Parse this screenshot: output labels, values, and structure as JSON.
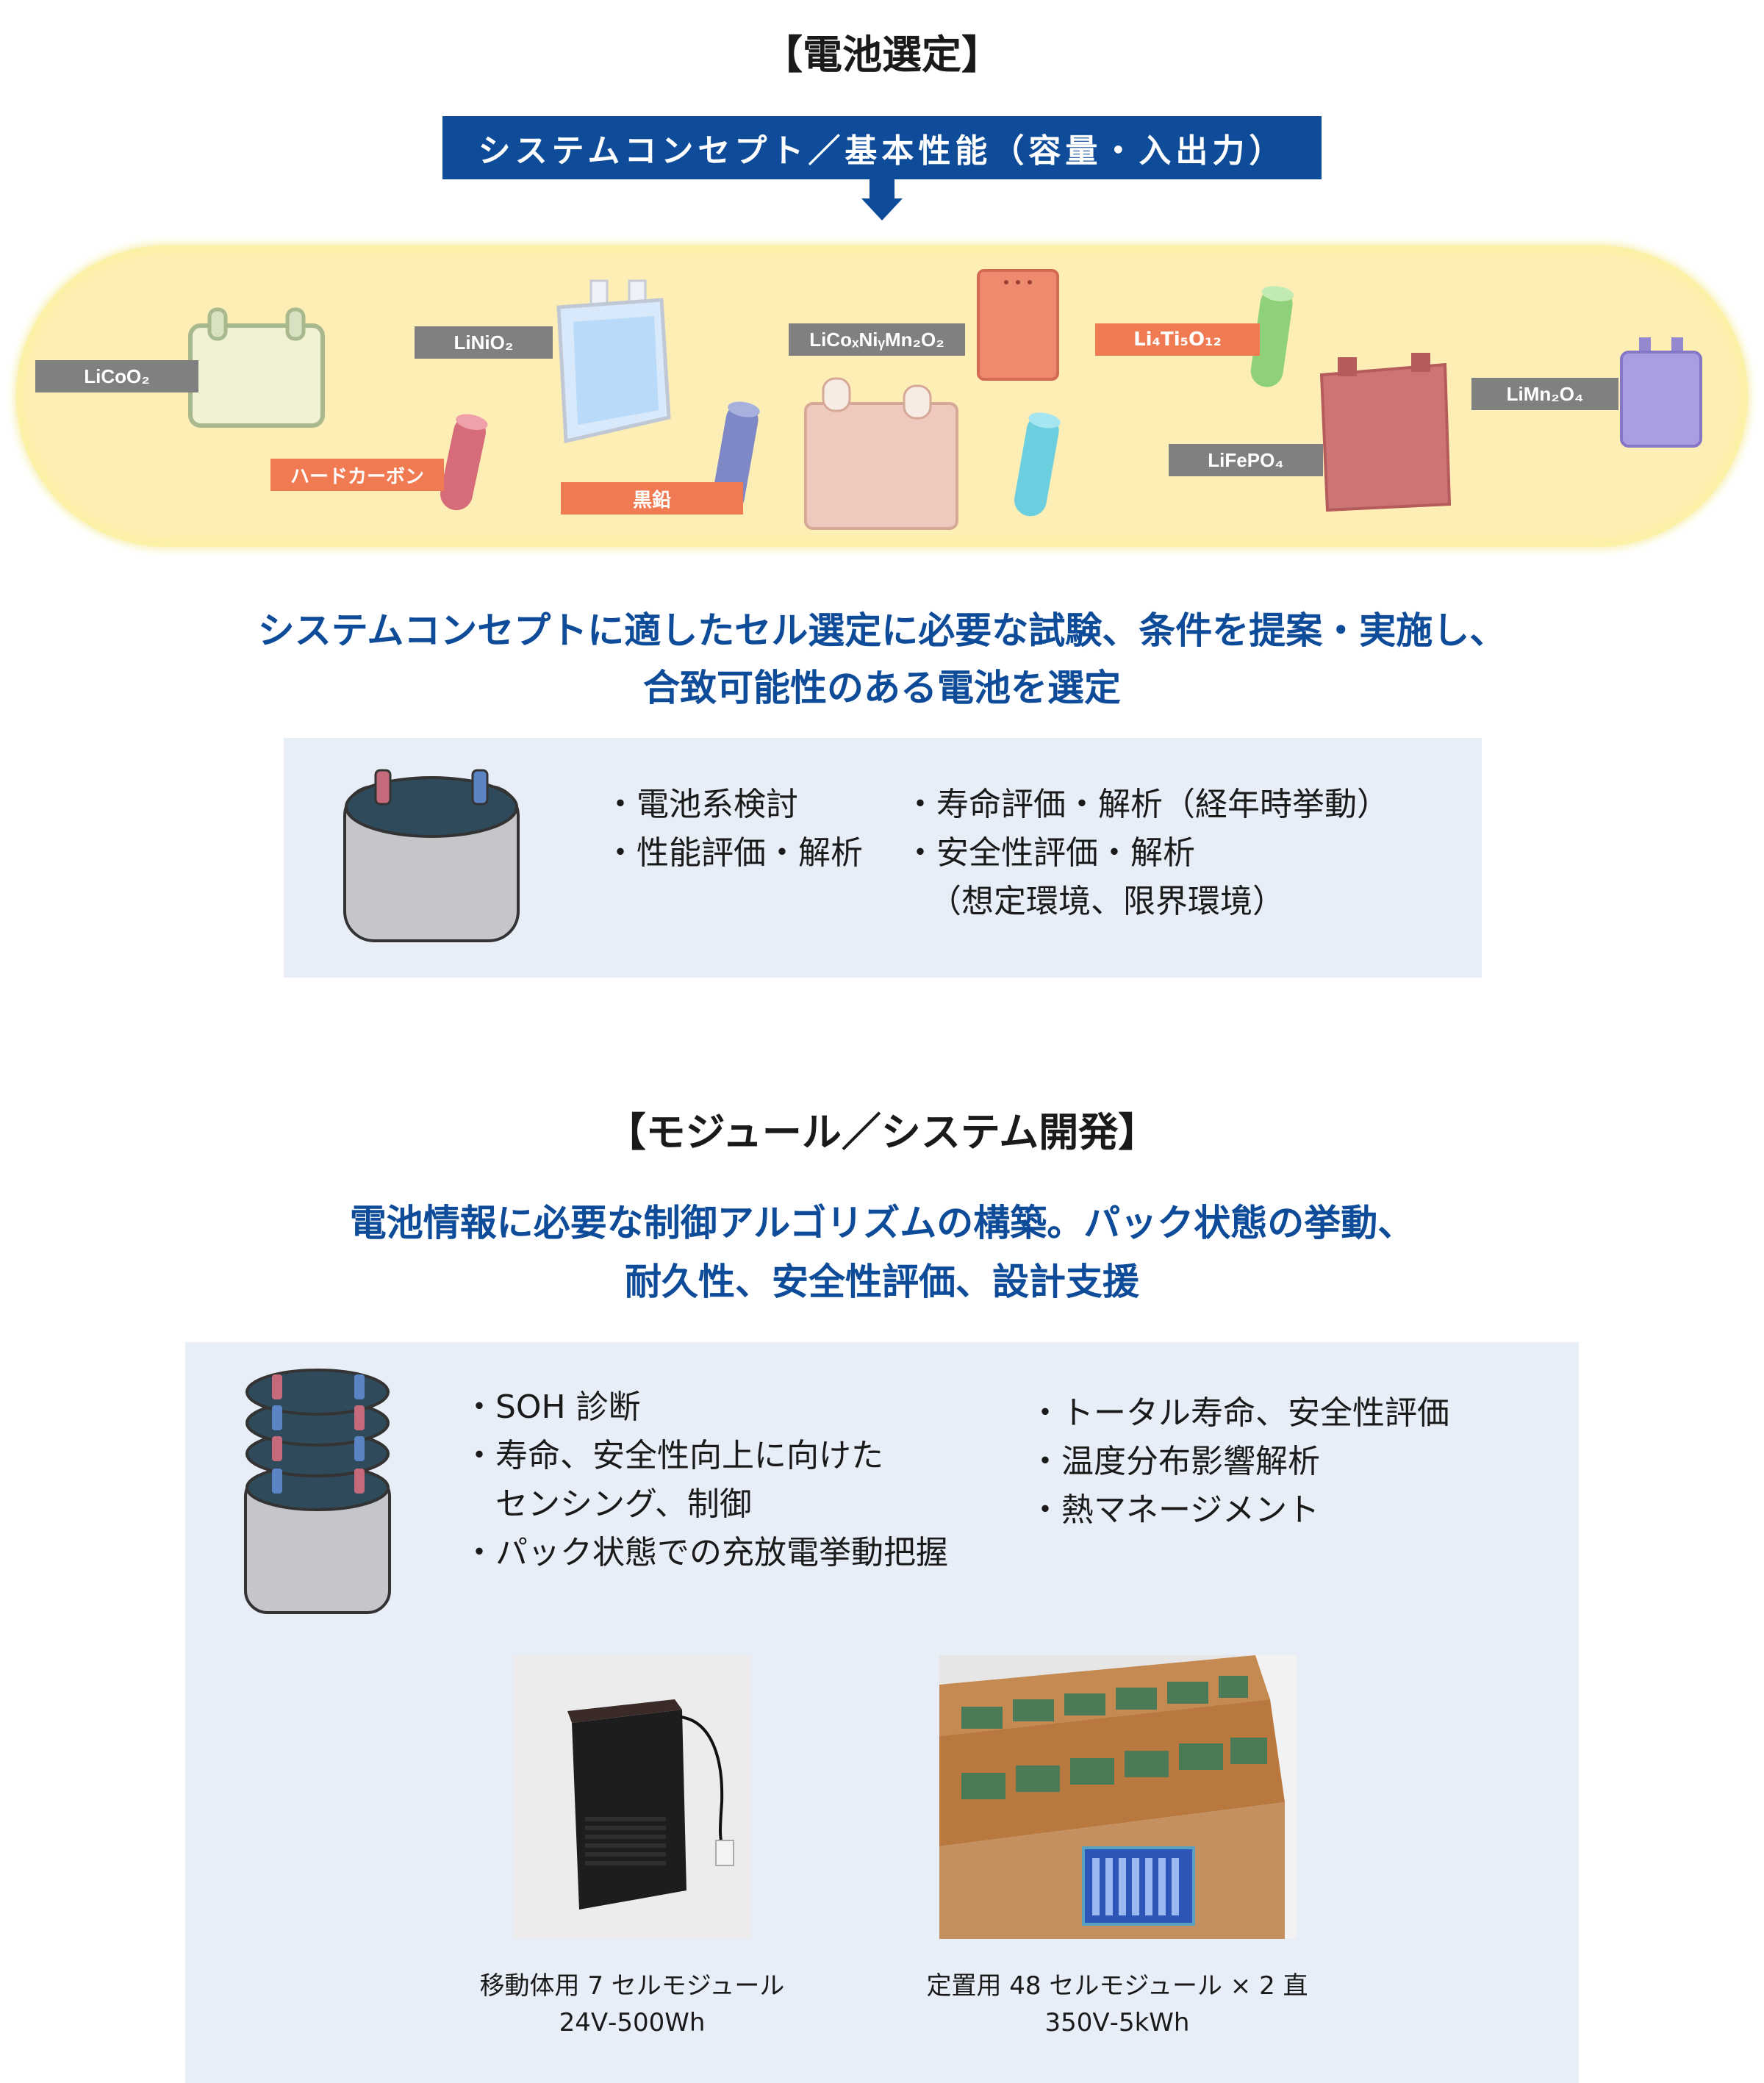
{
  "section1": {
    "title": "【電池選定】",
    "banner": "システムコンセプト／基本性能（容量・入出力）",
    "materials": {
      "licoo2": "LiCoO₂",
      "linio2": "LiNiO₂",
      "ncm": "LiCoₓNiᵧMn₂O₂",
      "lto": "Li₄Ti₅O₁₂",
      "lmo": "LiMn₂O₄",
      "lfp": "LiFePO₄",
      "hard_carbon": "ハードカーボン",
      "graphite": "黒鉛"
    },
    "lead_line1": "システムコンセプトに適したセル選定に必要な試験、条件を提案・実施し、",
    "lead_line2": "合致可能性のある電池を選定",
    "bullets_left": [
      "・電池系検討",
      "・性能評価・解析"
    ],
    "bullets_right": [
      "・寿命評価・解析（経年時挙動）",
      "・安全性評価・解析",
      "（想定環境、限界環境）"
    ]
  },
  "section2": {
    "title": "【モジュール／システム開発】",
    "lead_line1": "電池情報に必要な制御アルゴリズムの構築。パック状態の挙動、",
    "lead_line2": "耐久性、安全性評価、設計支援",
    "bullets_left": [
      "・SOH 診断",
      "・寿命、安全性向上に向けた",
      "　センシング、制御",
      "・パック状態での充放電挙動把握"
    ],
    "bullets_right": [
      "・トータル寿命、安全性評価",
      "・温度分布影響解析",
      "・熱マネージメント"
    ],
    "caption_left_1": "移動体用 7 セルモジュール",
    "caption_left_2": "24Ⅴ-500Wh",
    "caption_right_1": "定置用 48 セルモジュール × 2 直",
    "caption_right_2": "350Ⅴ-5kWh"
  }
}
